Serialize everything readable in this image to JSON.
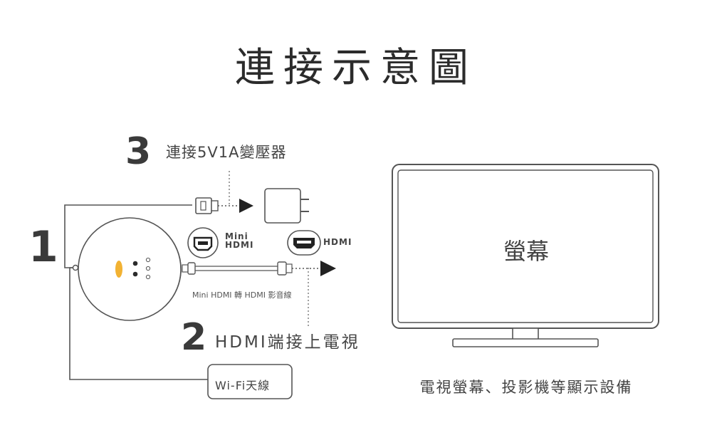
{
  "title": "連接示意圖",
  "steps": [
    {
      "number": "3",
      "label": "連接5V1A變壓器"
    },
    {
      "number": "1",
      "label": ""
    },
    {
      "number": "2",
      "label": "HDMI端接上電視"
    }
  ],
  "labels": {
    "mini_hdmi_line1": "Mini",
    "mini_hdmi_line2": "HDMI",
    "hdmi": "HDMI",
    "cable": "Mini HDMI 轉 HDMI 影音線",
    "wifi": "Wi-Fi天線"
  },
  "tv": {
    "screen_label": "螢幕",
    "caption": "電視螢幕、投影機等顯示設備"
  },
  "colors": {
    "line": "#555555",
    "accent_led": "#f2b233",
    "device_dark": "#2b2b2b",
    "text": "#333333"
  },
  "icons": [
    "mini-hdmi-port-icon",
    "hdmi-port-icon",
    "power-adapter-icon",
    "arrow-icon"
  ]
}
